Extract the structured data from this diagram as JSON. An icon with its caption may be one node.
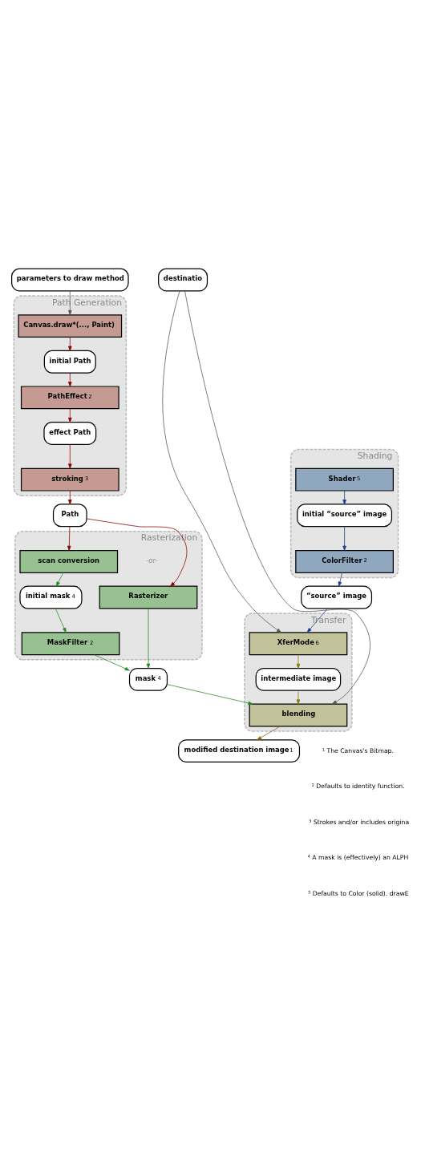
{
  "diagram": {
    "nodes": [
      {
        "text": [
          "parameters to draw method"
        ]
      },
      {
        "text": [
          "destinatio"
        ]
      },
      {
        "text": [
          "Path Generation"
        ]
      },
      {
        "text": [
          "Canvas.draw*(..., Paint)"
        ],
        "in": 2
      },
      {
        "text": [
          "initial Path"
        ],
        "in": 2
      },
      {
        "text": [
          "PathEffect",
          "2"
        ],
        "in": 2
      },
      {
        "text": [
          "effect Path"
        ],
        "in": 2
      },
      {
        "text": [
          "stroking",
          "3"
        ],
        "in": 2
      },
      {
        "text": [
          "Path"
        ]
      },
      {
        "text": [
          "Rasterization"
        ]
      },
      {
        "text": [
          "scan conversion"
        ],
        "in": 9
      },
      {
        "text": [
          "initial mask",
          "4"
        ],
        "in": 9
      },
      {
        "text": [
          "MaskFilter",
          "2"
        ],
        "in": 9
      },
      {
        "text": [
          "Rasterizer"
        ],
        "in": 9
      },
      {
        "text": [
          "mask",
          "4"
        ]
      },
      {
        "text": [
          "Shading"
        ]
      },
      {
        "text": [
          "Shader",
          "5"
        ],
        "in": 15
      },
      {
        "text": [
          "initial “source” image"
        ],
        "in": 15
      },
      {
        "text": [
          "ColorFilter",
          "2"
        ],
        "in": 15
      },
      {
        "text": [
          "“source” image"
        ]
      },
      {
        "text": [
          "Transfer"
        ]
      },
      {
        "text": [
          "XferMode",
          "6"
        ],
        "in": 20
      },
      {
        "text": [
          "intermediate image"
        ],
        "in": 20
      },
      {
        "text": [
          "blending"
        ],
        "in": 20
      },
      {
        "text": [
          "modified destination image",
          "1"
        ]
      }
    ],
    "edges": [
      {
        "from": 0,
        "to": 3,
        "arrow": "to",
        "color": "#555555"
      },
      {
        "from": 3,
        "to": 4,
        "arrow": "to",
        "color": "#8b0000"
      },
      {
        "from": 4,
        "to": 5,
        "arrow": "to",
        "color": "#8b0000"
      },
      {
        "from": 5,
        "to": 6,
        "arrow": "to",
        "color": "#8b0000"
      },
      {
        "from": 6,
        "to": 7,
        "arrow": "to",
        "color": "#8b0000"
      },
      {
        "from": 7,
        "to": 8,
        "arrow": "to",
        "color": "#8b0000"
      },
      {
        "from": 8,
        "to": 10,
        "arrow": "to",
        "color": "#8b0000"
      },
      {
        "from": 8,
        "to": 13,
        "arrow": "to",
        "color": "#8b0000"
      },
      {
        "from": 10,
        "to": 11,
        "arrow": "to",
        "color": "#228b22"
      },
      {
        "from": 11,
        "to": 12,
        "arrow": "to",
        "color": "#228b22"
      },
      {
        "from": 12,
        "to": 14,
        "arrow": "to",
        "color": "#228b22"
      },
      {
        "from": 13,
        "to": 14,
        "arrow": "to",
        "color": "#228b22"
      },
      {
        "from": 14,
        "to": 23,
        "arrow": "to",
        "color": "#228b22"
      },
      {
        "from": 16,
        "to": 17,
        "arrow": "to",
        "color": "#1a3a8b"
      },
      {
        "from": 17,
        "to": 18,
        "arrow": "to",
        "color": "#1a3a8b"
      },
      {
        "from": 18,
        "to": 19,
        "arrow": "to",
        "color": "#1a3a8b"
      },
      {
        "from": 19,
        "to": 21,
        "arrow": "to",
        "color": "#1a3a8b"
      },
      {
        "from": 1,
        "to": 21,
        "arrow": "to",
        "color": "#555555"
      },
      {
        "from": 21,
        "to": 22,
        "arrow": "to",
        "color": "#808000"
      },
      {
        "from": 22,
        "to": 23,
        "arrow": "to",
        "color": "#808000"
      },
      {
        "from": 1,
        "to": 23,
        "arrow": "to",
        "color": "#555555"
      },
      {
        "from": 23,
        "to": 24,
        "arrow": "to",
        "color": "#8b6914"
      }
    ],
    "labels": [
      "-or-",
      "¹ The Canvas's Bitmap.",
      "² Defaults to identity function.",
      "³ Strokes and/or includes origina",
      "⁴ A mask is (effectively) an ALPH",
      "⁵ Defaults to Color (solid). drawE"
    ]
  }
}
